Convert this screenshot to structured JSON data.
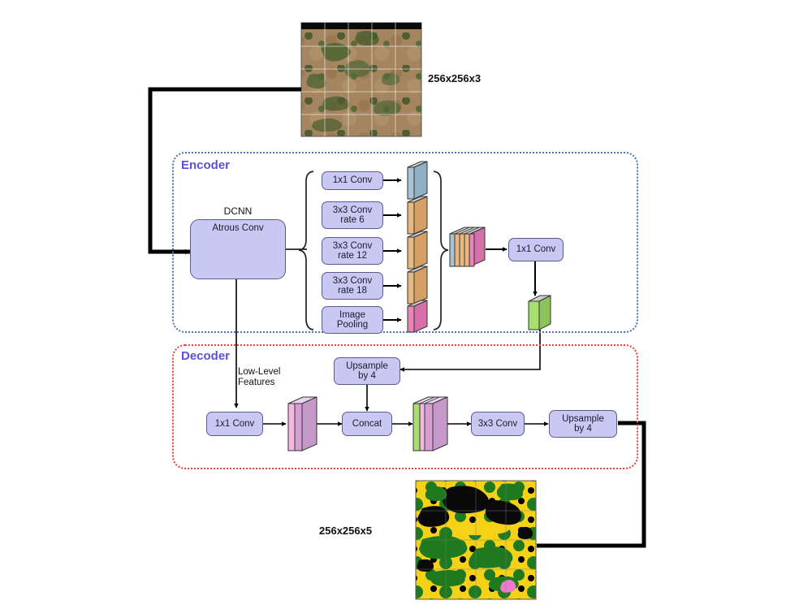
{
  "figure": {
    "title": "DeepLabv3+ encoder-decoder architecture diagram",
    "colors": {
      "encoder_border": "#4a6fb5",
      "decoder_border": "#ef3b3b",
      "group_label": "#5a51d6",
      "op_box_fill": "#c9c8f2",
      "op_box_border": "#5b5b8f",
      "arrow": "#000000",
      "slab_blue": "#a8c4d4",
      "slab_tan": "#e8b87e",
      "slab_pink": "#e884b6",
      "slab_green": "#a8dd70",
      "slab_mauve": "#d4a0d4",
      "slab_lightpink": "#f5b8e0"
    }
  },
  "encoder": {
    "label": "Encoder",
    "dcnn_label": "DCNN",
    "backbone": {
      "label": "Atrous Conv"
    },
    "aspp_branches": [
      {
        "id": "b1",
        "label": "1x1 Conv",
        "slab_color": "#a8c4d4"
      },
      {
        "id": "b2",
        "label": "3x3 Conv\nrate 6",
        "slab_color": "#e8b87e"
      },
      {
        "id": "b3",
        "label": "3x3 Conv\nrate 12",
        "slab_color": "#e8b87e"
      },
      {
        "id": "b4",
        "label": "3x3 Conv\nrate 18",
        "slab_color": "#e8b87e"
      },
      {
        "id": "b5",
        "label": "Image\nPooling",
        "slab_color": "#e884b6"
      }
    ],
    "concat_stack_label": "",
    "projection": {
      "label": "1x1 Conv"
    },
    "encoder_output": {
      "label": "",
      "slab_color": "#a8dd70"
    }
  },
  "decoder": {
    "label": "Decoder",
    "low_level_label": "Low-Level\nFeatures",
    "low_level_conv": {
      "label": "1x1 Conv"
    },
    "upsample_top": {
      "label": "Upsample\nby 4"
    },
    "concat": {
      "label": "Concat"
    },
    "refine_conv": {
      "label": "3x3 Conv"
    },
    "upsample_out": {
      "label": "Upsample\nby 4"
    }
  },
  "io": {
    "input": {
      "size_label": "256x256x3",
      "description": "aerial satellite RGB tile"
    },
    "output": {
      "size_label": "256x256x5",
      "description": "segmentation mask, 5 classes"
    }
  }
}
